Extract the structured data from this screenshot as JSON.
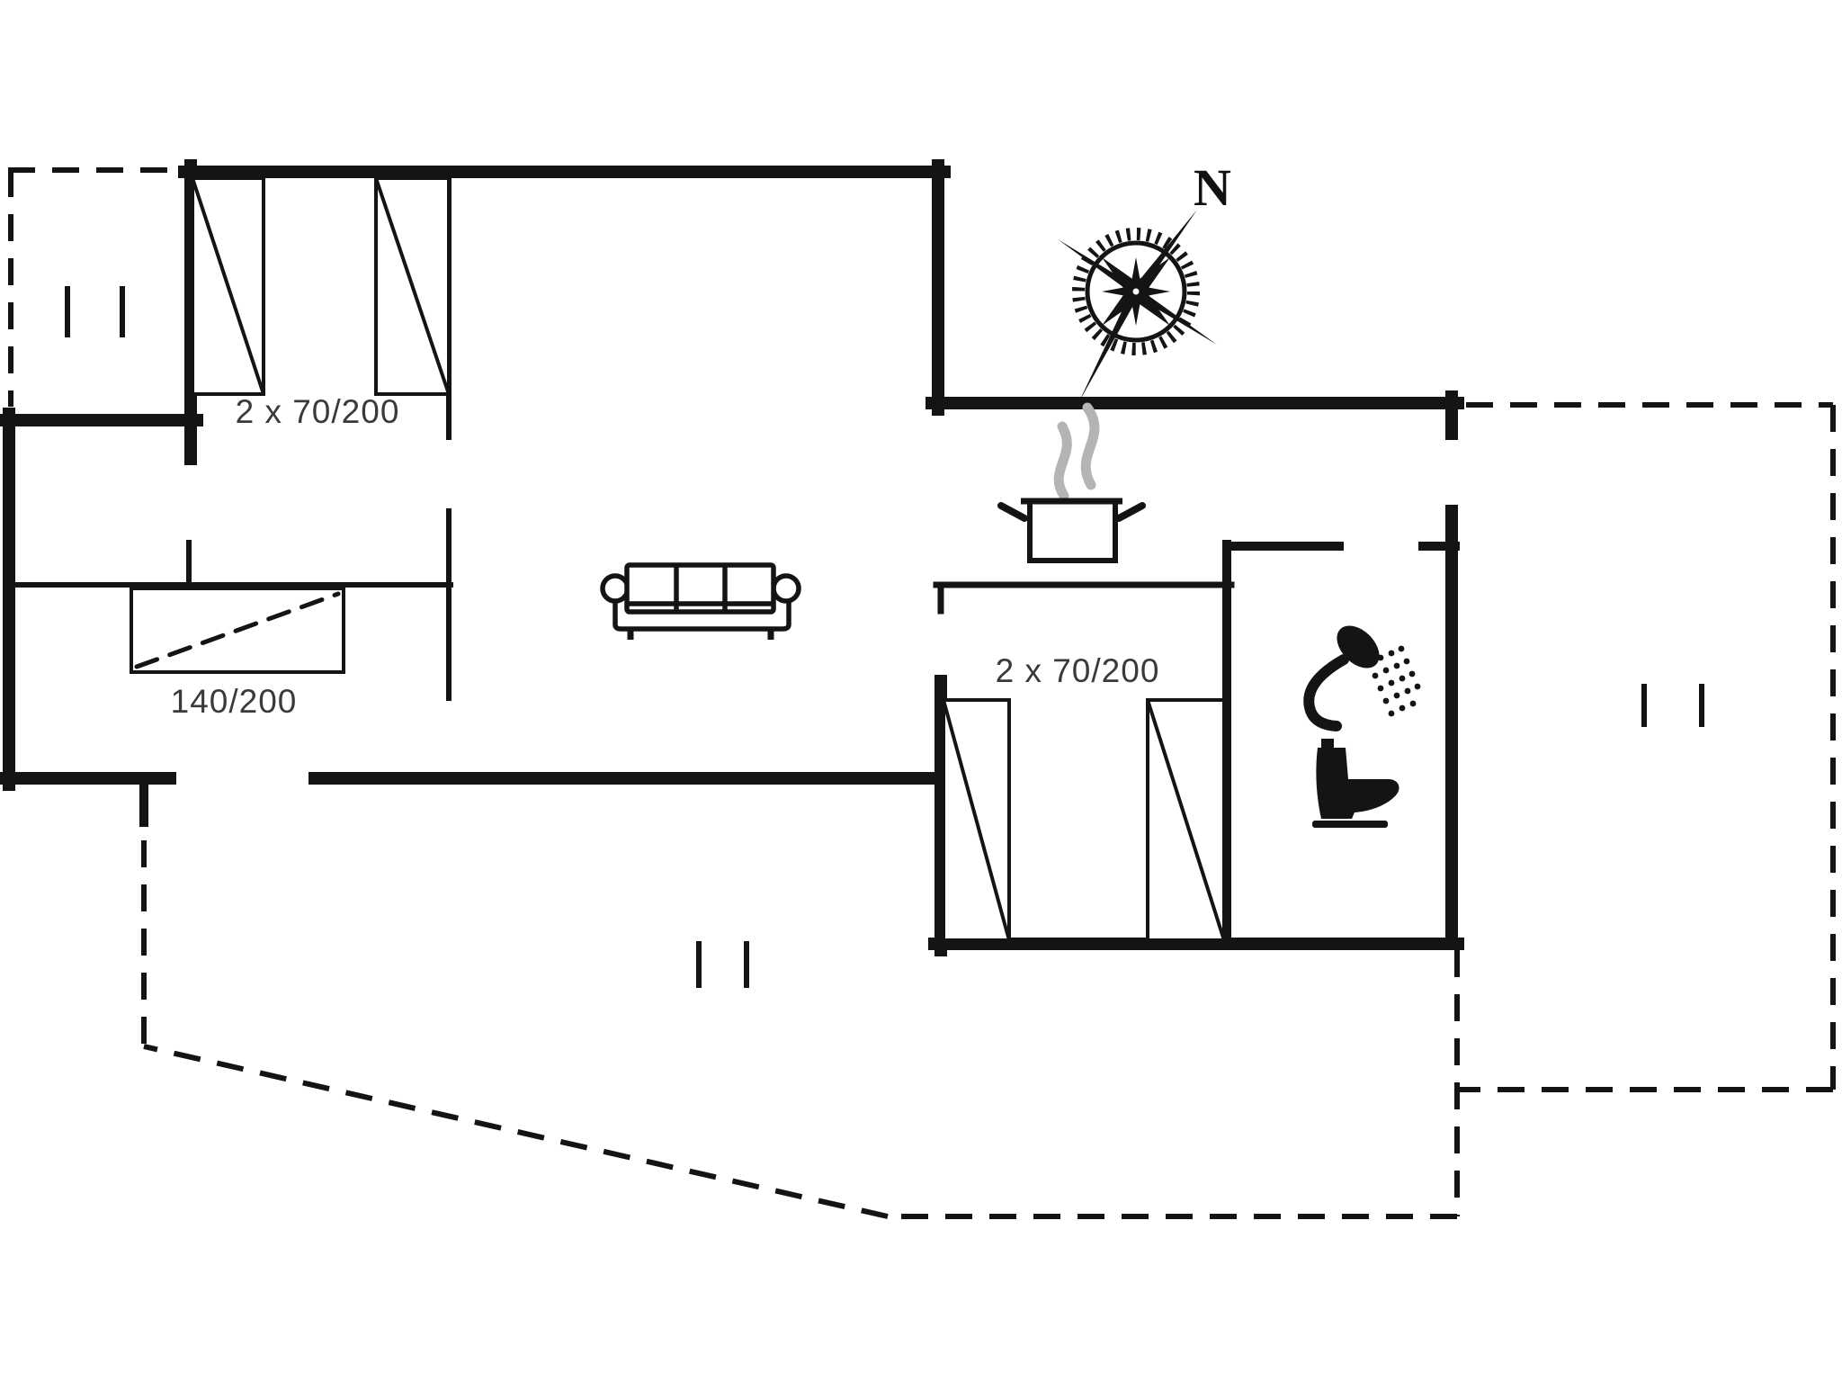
{
  "plan": {
    "compass": {
      "north_label": "N"
    },
    "bed_labels": {
      "bedroom1": "2 x 70/200",
      "bedroom2": "140/200",
      "bedroom3": "2 x 70/200"
    },
    "colors": {
      "wall": "#141414",
      "label_text": "#3a3a3a",
      "steam": "#b4b4b4",
      "background": "#ffffff"
    },
    "icons": {
      "compass": "compass-rose-icon",
      "kitchen": "cooking-pot-icon",
      "bathroom": [
        "shower-icon",
        "toilet-icon"
      ],
      "living_room": "sofa-icon",
      "beds": [
        "single-bed-icon",
        "single-bed-icon",
        "double-bed-icon",
        "single-bed-icon",
        "single-bed-icon"
      ],
      "terrace_marks": "double-tick-icon"
    }
  }
}
